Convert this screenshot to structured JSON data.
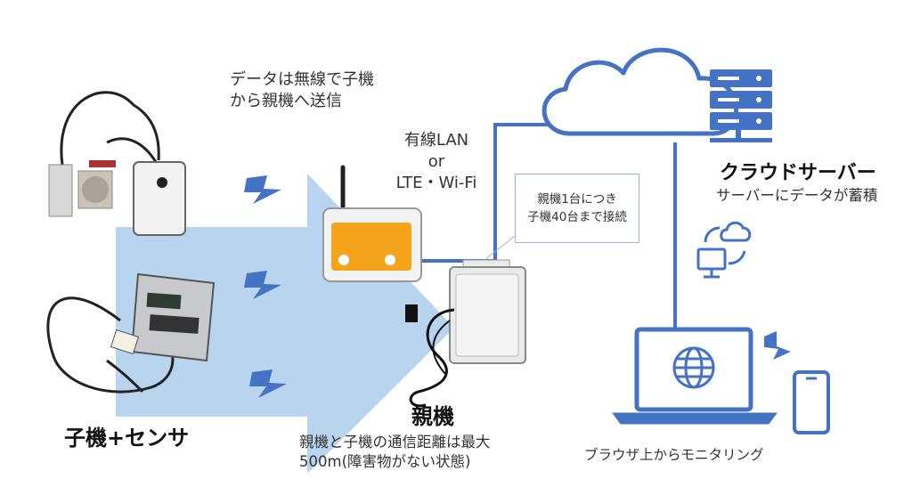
{
  "labels": {
    "wireless_note": "データは無線で子機\nから親機へ送信",
    "connection_line1": "有線LAN",
    "connection_line2": "or",
    "connection_line3": "LTE・Wi-Fi",
    "callout": "親機1台につき\n子機40台まで接続",
    "cloud_title": "クラウドサーバー",
    "cloud_subtitle": "サーバーにデータが蓄積",
    "child_title": "子機+センサ",
    "parent_title": "親機",
    "distance_note": "親機と子機の通信距離は最大\n500m(障害物がない状態)",
    "browser_note": "ブラウザ上からモニタリング"
  },
  "colors": {
    "accent_blue": "#4472c4",
    "arrow_fill": "#b8d4ee",
    "device_orange": "#f5a31a"
  },
  "icons": [
    "lightning-icon",
    "cloud-icon",
    "server-icon",
    "sync-icon",
    "laptop-icon",
    "globe-icon",
    "smartphone-icon",
    "antenna-icon"
  ]
}
